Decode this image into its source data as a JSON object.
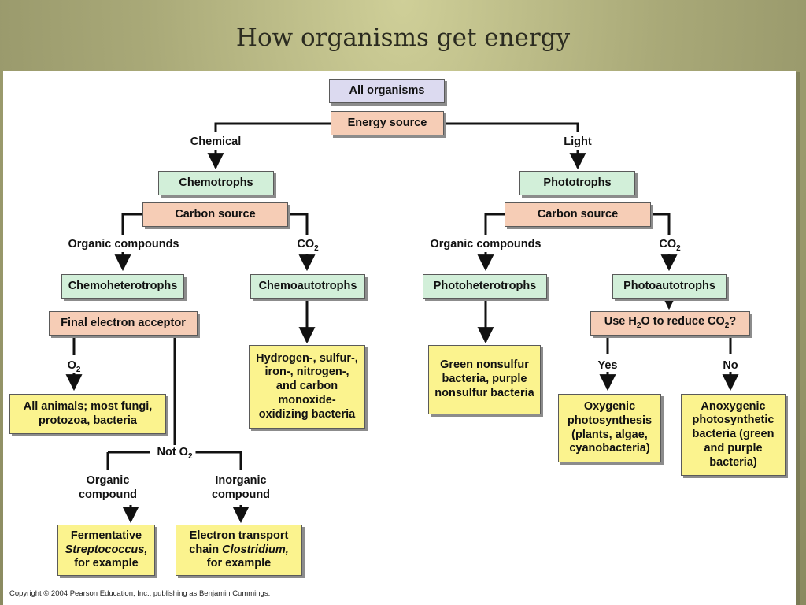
{
  "title": "How organisms get energy",
  "nodes": {
    "all_organisms": "All organisms",
    "energy_source": "Energy source",
    "chemotrophs": "Chemotrophs",
    "phototrophs": "Phototrophs",
    "carbon_source_chemo": "Carbon source",
    "carbon_source_photo": "Carbon source",
    "chemoheterotrophs": "Chemoheterotrophs",
    "chemoautotrophs": "Chemoautotrophs",
    "photoheterotrophs": "Photoheterotrophs",
    "photoautotrophs": "Photoautotrophs",
    "final_electron_acceptor": "Final electron acceptor",
    "use_h2o_question_prefix": "Use H",
    "use_h2o_question_sub": "2",
    "use_h2o_question_mid": "O to reduce CO",
    "use_h2o_question_sub2": "2",
    "use_h2o_question_suffix": "?",
    "chemoautotroph_examples": "Hydrogen-, sulfur-, iron-, nitrogen-, and carbon monoxide-oxidizing bacteria",
    "photoheterotroph_examples": "Green nonsulfur bacteria, purple nonsulfur bacteria",
    "aerobic_examples": "All animals; most fungi, protozoa, bacteria",
    "oxygenic": "Oxygenic photosynthesis (plants, algae, cyanobacteria)",
    "anoxygenic": "Anoxygenic photosynthetic bacteria (green and purple bacteria)",
    "fermentative_line1": "Fermentative",
    "fermentative_line2": "Streptococcus,",
    "fermentative_line3": "for example",
    "electron_transport_line1": "Electron transport",
    "electron_transport_line2a": "chain ",
    "electron_transport_line2b": "Clostridium,",
    "electron_transport_line3": "for example"
  },
  "edge_labels": {
    "chemical": "Chemical",
    "light": "Light",
    "organic_compounds_chemo": "Organic compounds",
    "organic_compounds_photo": "Organic compounds",
    "co2_main": "CO",
    "co2_sub": "2",
    "o2_main": "O",
    "o2_sub": "2",
    "not_o2_main": "Not O",
    "not_o2_sub": "2",
    "yes": "Yes",
    "no": "No",
    "organic_compound": "Organic compound",
    "inorganic_compound": "Inorganic compound"
  },
  "copyright": "Copyright © 2004 Pearson Education, Inc., publishing as Benjamin Cummings.",
  "colors": {
    "lavender": "#dcdaf0",
    "salmon": "#f6cdb6",
    "green": "#d2efd9",
    "yellow": "#fbf38e"
  }
}
